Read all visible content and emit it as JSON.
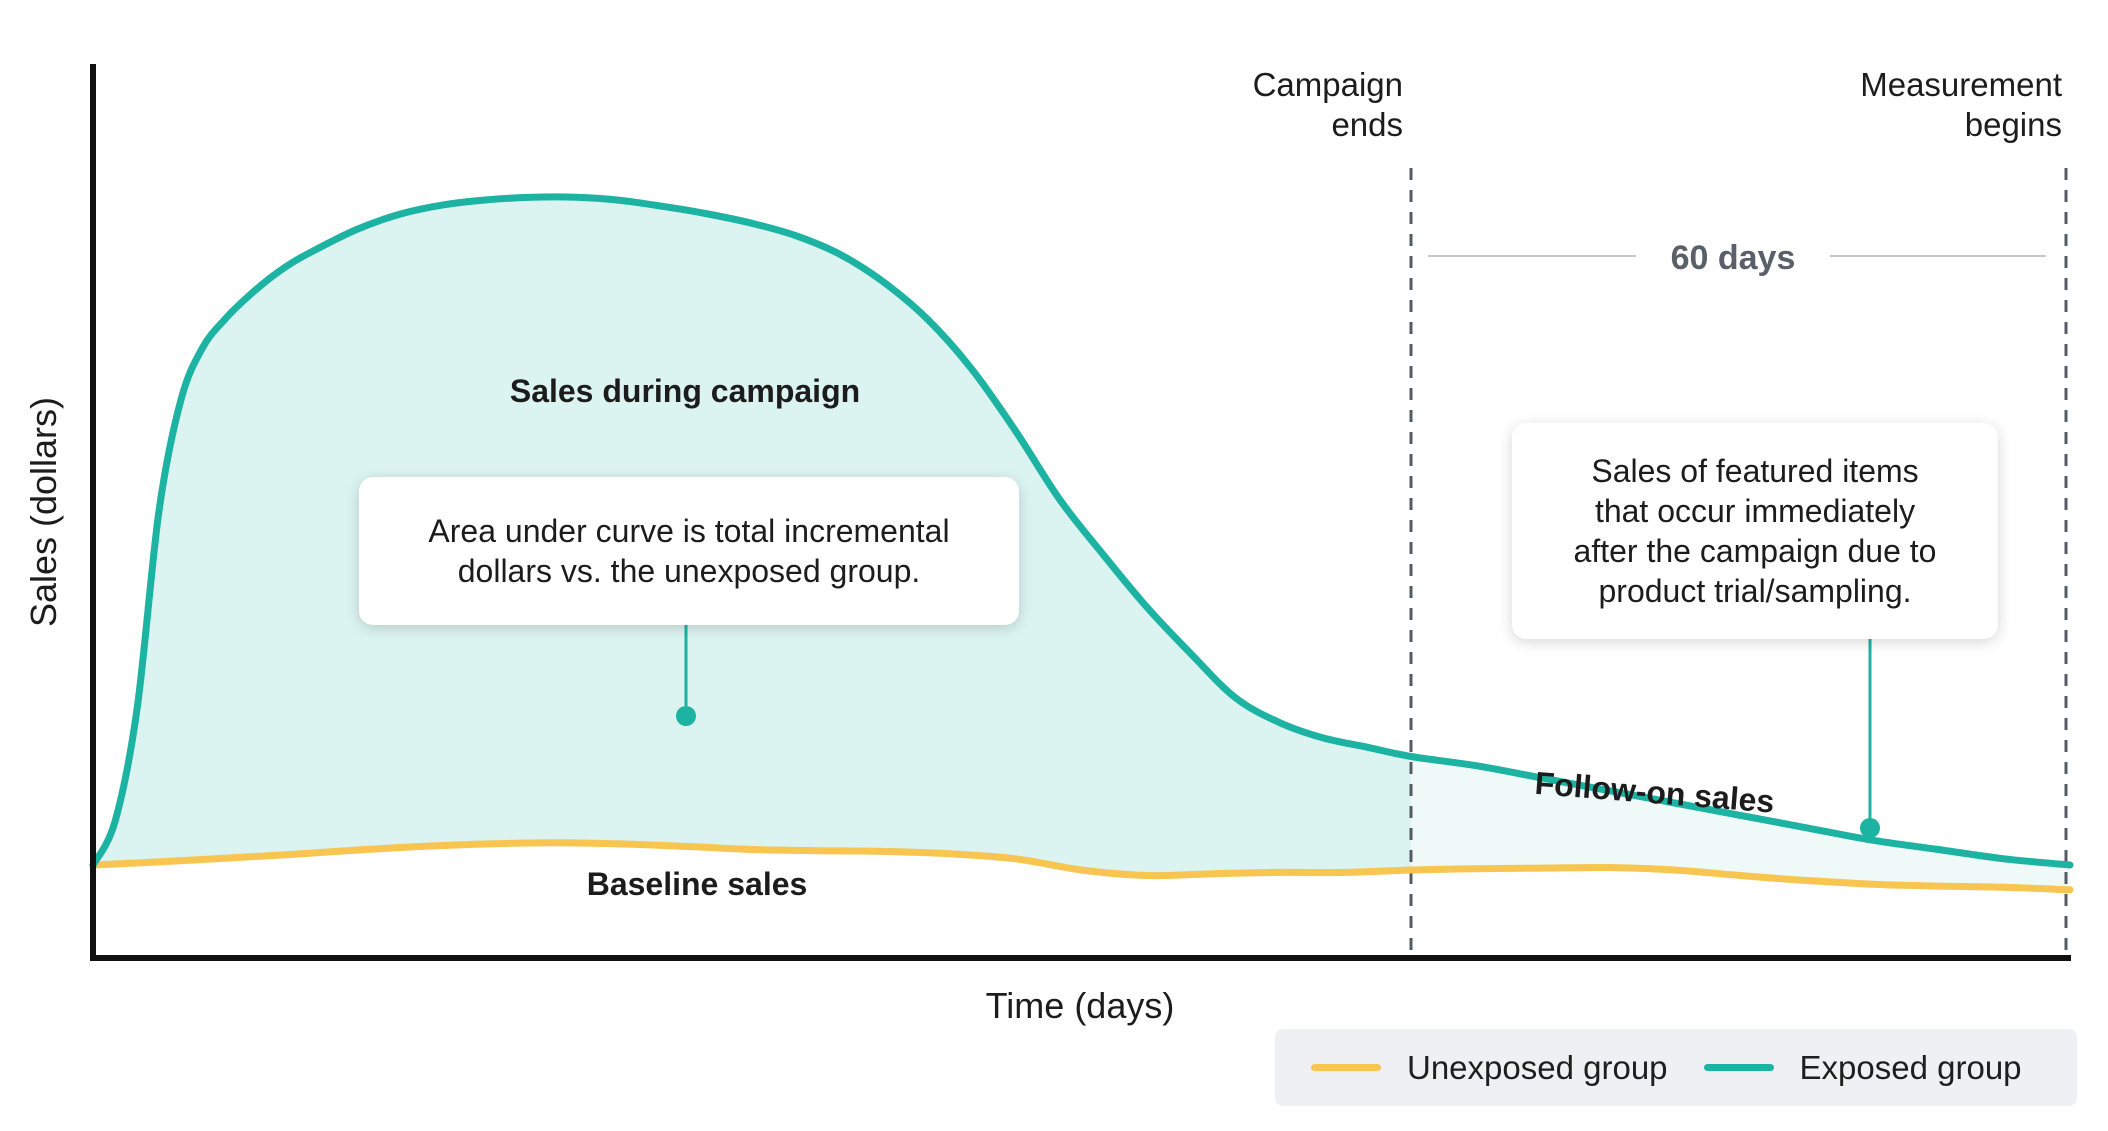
{
  "colors": {
    "exposed": "#1db3a3",
    "unexposed": "#f7c550",
    "exposed_fill": "#dbf3f1",
    "follow_on_fill": "#eef9f8",
    "axis": "#111111",
    "marker_line": "#555b63",
    "text": "#1c1c1c",
    "muted_text": "#5a6069"
  },
  "chart_data": {
    "type": "area",
    "xlabel": "Time (days)",
    "ylabel": "Sales (dollars)",
    "series": [
      {
        "name": "Unexposed group",
        "role": "baseline",
        "x": [
          0,
          3,
          6,
          9,
          12,
          15,
          18,
          21,
          24,
          27,
          30,
          33,
          36,
          39,
          42,
          45,
          48,
          51,
          54,
          57,
          60,
          63,
          66,
          69,
          72,
          75,
          78,
          81,
          84,
          87,
          90
        ],
        "y": [
          5.0,
          5.5,
          6.1,
          6.7,
          7.4,
          8.0,
          8.4,
          8.6,
          8.4,
          8.0,
          7.5,
          7.3,
          7.2,
          6.8,
          6.0,
          4.2,
          3.3,
          3.6,
          3.8,
          3.8,
          4.2,
          4.4,
          4.5,
          4.6,
          4.2,
          3.3,
          2.5,
          1.9,
          1.6,
          1.4,
          1.0
        ]
      },
      {
        "name": "Exposed group",
        "role": "exposed",
        "x": [
          0,
          1,
          2,
          3,
          4,
          5,
          6,
          7,
          8,
          9,
          10,
          12,
          14,
          16,
          18,
          20,
          22,
          24,
          26,
          28,
          30,
          32,
          34,
          36,
          38,
          40,
          42,
          44,
          46,
          48,
          50,
          52,
          54,
          56,
          58,
          60,
          63,
          66,
          69,
          72,
          75,
          78,
          81,
          84,
          87,
          90
        ],
        "y": [
          5.0,
          12.0,
          30.0,
          62.0,
          80.0,
          88.5,
          93.0,
          96.5,
          99.5,
          102.0,
          104.0,
          107.5,
          110.0,
          111.5,
          112.3,
          112.7,
          112.7,
          112.2,
          111.2,
          110.0,
          108.5,
          106.5,
          103.5,
          99.0,
          93.0,
          85.0,
          75.0,
          64.0,
          55.0,
          46.5,
          39.0,
          32.0,
          28.0,
          25.5,
          24.0,
          22.5,
          21.0,
          19.0,
          17.0,
          15.0,
          13.0,
          11.0,
          9.0,
          7.5,
          6.0,
          5.0
        ]
      }
    ],
    "xlim": [
      0,
      90
    ],
    "ylim": [
      -10,
      130
    ],
    "campaign_end_x": 60,
    "measurement_begin_x": 90,
    "grid": false,
    "legend_position": "bottom-right"
  },
  "annotations": {
    "campaign_ends": [
      "Campaign",
      "ends"
    ],
    "measurement_begins": [
      "Measurement",
      "begins"
    ],
    "window_label": "60 days",
    "sales_during_campaign": "Sales during campaign",
    "baseline_sales": "Baseline sales",
    "follow_on_sales": "Follow-on sales",
    "area_callout": [
      "Area under curve is total incremental",
      "dollars vs. the unexposed group."
    ],
    "follow_on_callout": [
      "Sales of featured items",
      "that occur immediately",
      "after the campaign due to",
      "product trial/sampling."
    ]
  },
  "legend": {
    "items": [
      {
        "label": "Unexposed group",
        "color": "#f7c550"
      },
      {
        "label": "Exposed group",
        "color": "#1db3a3"
      }
    ]
  }
}
